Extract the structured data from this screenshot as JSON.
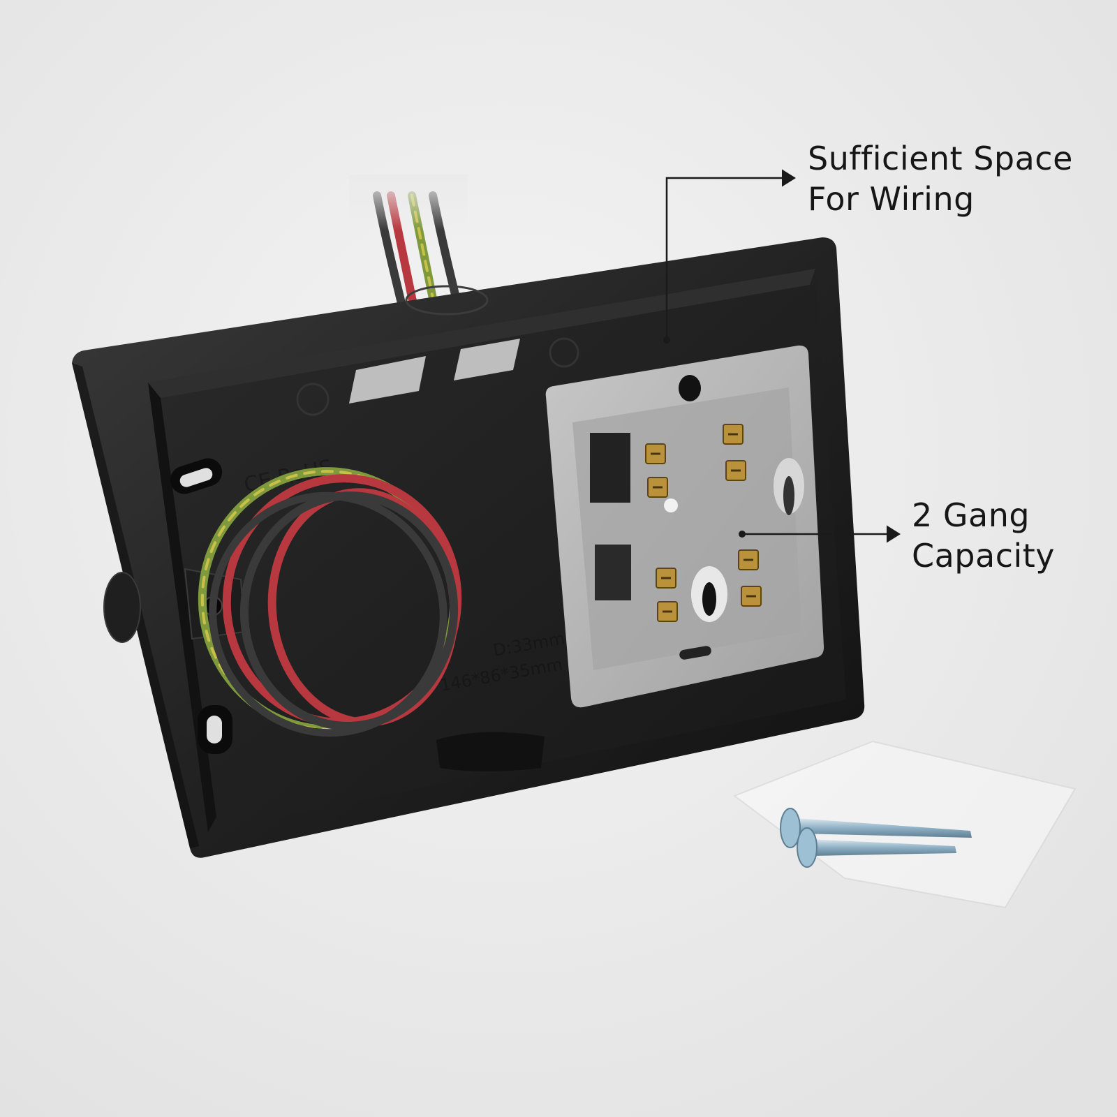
{
  "background_color": "#ebebeb",
  "box_color": "#1a1a1a",
  "module_color": "#b9b9b9",
  "wire_colors": {
    "red": "#b8383f",
    "black": "#3a3a3a",
    "earth_green": "#7f9a3c",
    "earth_yellow": "#c9c04a"
  },
  "arrow_color": "#1a1a1a",
  "callouts": {
    "wiring": {
      "line1": "Sufficient Space",
      "line2": "For Wiring"
    },
    "gang": {
      "line1": "2 Gang",
      "line2": "Capacity"
    }
  },
  "box_markings": {
    "certification": "CE RoHS",
    "depth": "D:33mm",
    "dimensions": "146*86*35mm"
  },
  "icons": [
    "double-arrow-up-icon",
    "double-arrow-right-icon"
  ]
}
